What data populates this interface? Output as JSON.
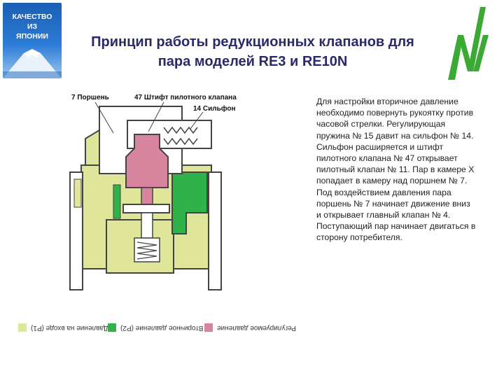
{
  "logo": {
    "lines": [
      "КАЧЕСТВО",
      "ИЗ",
      "ЯПОНИИ"
    ]
  },
  "title": {
    "line1": "Принцип работы редукционных клапанов для",
    "line2": "пара моделей RE3 и RE10N"
  },
  "callouts": {
    "piston": "7 Поршень",
    "pilot_pin": "47 Штифт пилотного клапана",
    "bellows": "14 Сильфон"
  },
  "description": "Для настройки вторичное давление необходимо повернуть рукоятку против часовой стрелки. Регулирующая пружина № 15 давит на сильфон № 14. Сильфон расширяется и штифт пилотного клапана № 47 открывает пилотный клапан № 11. Пар в камере X попадает в камеру над поршнем № 7. Под воздействием давления пара поршень № 7 начинает движение вниз и открывает главный клапан № 4. Поступающий пар начинает двигаться в сторону потребителя.",
  "legend": [
    {
      "label": "Давление на входе (P1)",
      "color": "#dfe69a"
    },
    {
      "label": "Вторичное давление (P2)",
      "color": "#2fb24a"
    },
    {
      "label": "Регулируемое давление",
      "color": "#d9849e"
    }
  ],
  "colors": {
    "inlet": "#dfe69a",
    "secondary": "#2fb24a",
    "regulated": "#d9849e",
    "body": "#ffffff",
    "outline": "#444444",
    "title": "#2a2a6a",
    "brand": "#3aaa35"
  }
}
